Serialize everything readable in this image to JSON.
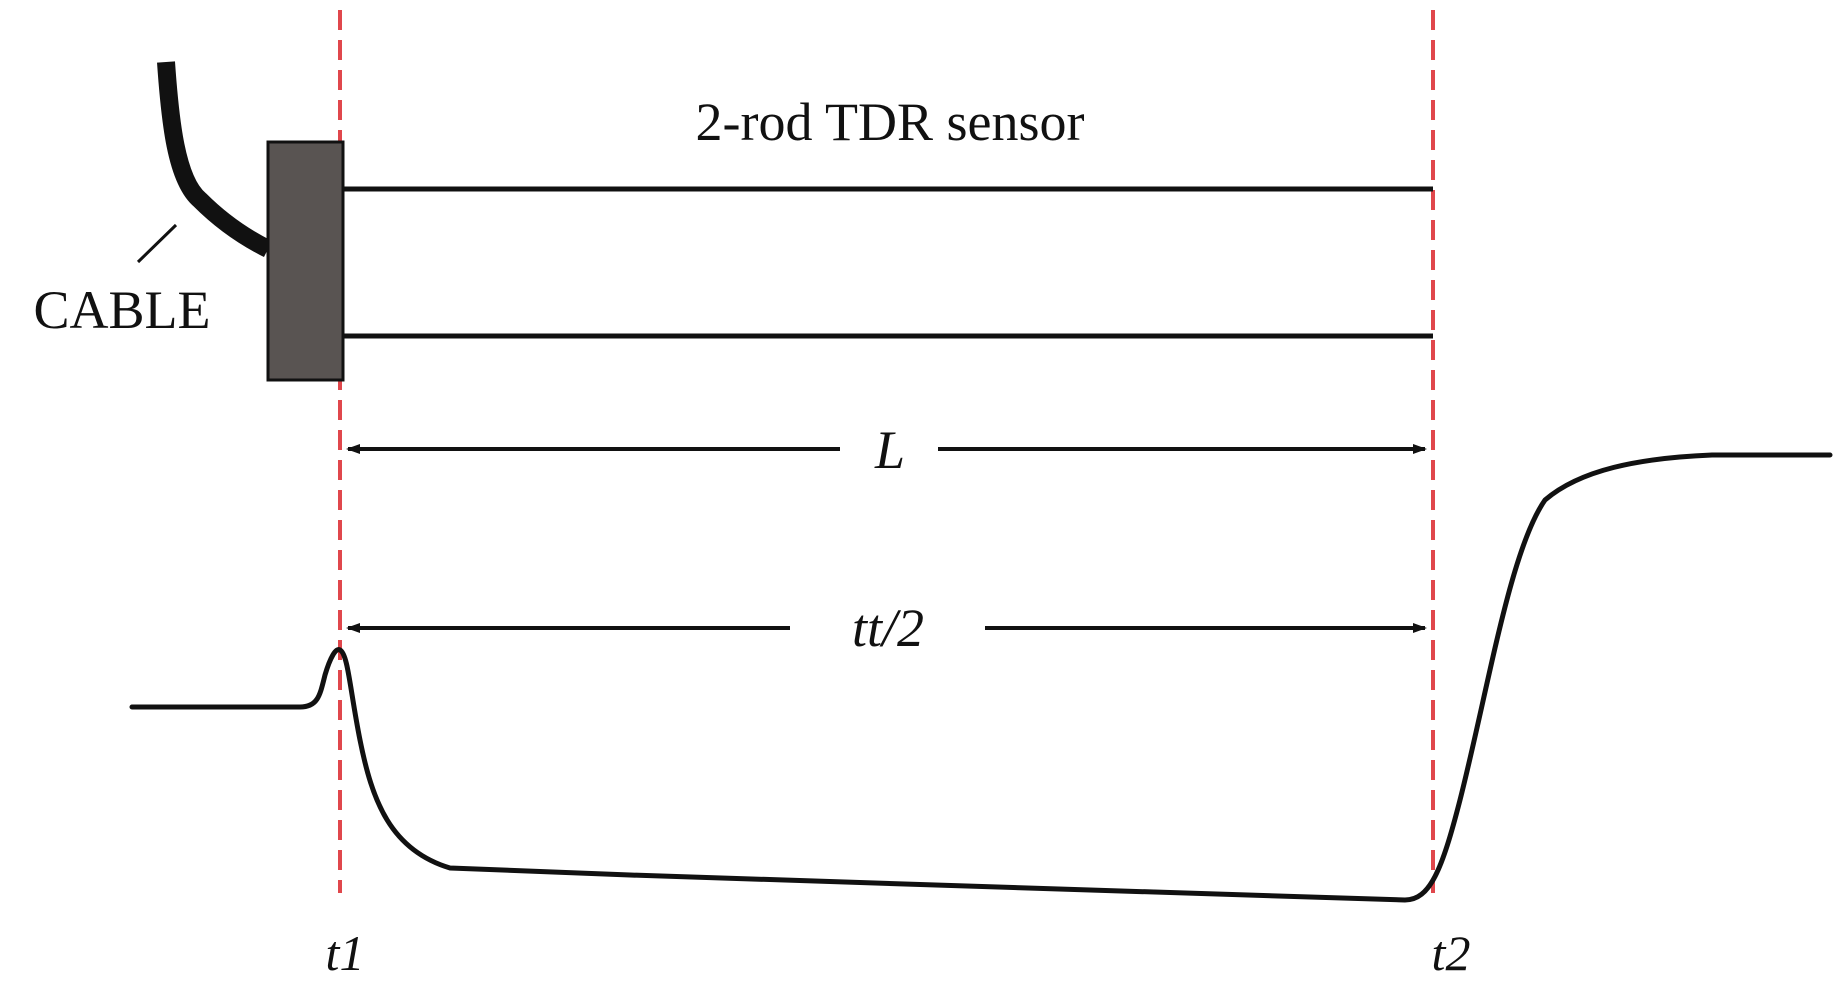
{
  "diagram": {
    "sensor_title": "2-rod TDR sensor",
    "cable_label": "CABLE",
    "length_label": "L",
    "travel_time_label": "tt/2",
    "t1_label": "t1",
    "t2_label": "t2",
    "colors": {
      "line": "#111111",
      "dashed_marker": "#e0474c",
      "connector_fill": "#595452",
      "background": "#ffffff"
    }
  }
}
